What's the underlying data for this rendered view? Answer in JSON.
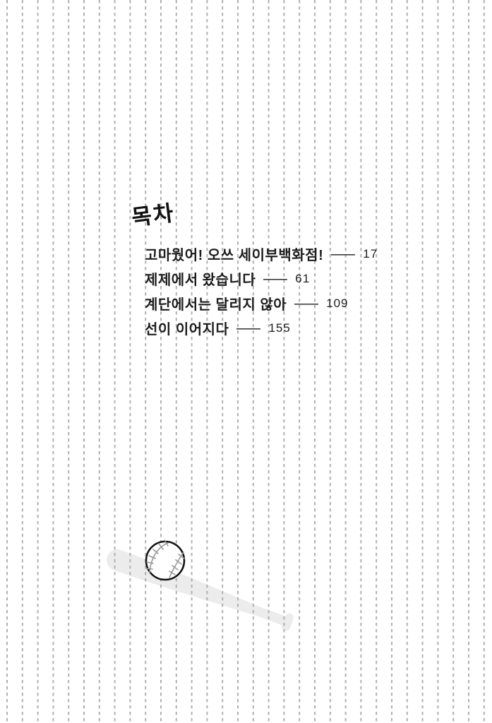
{
  "page": {
    "title": "목차"
  },
  "toc": {
    "separator": "—",
    "items": [
      {
        "label": "고마웠어! 오쓰 세이부백화점!",
        "page": "17"
      },
      {
        "label": "제제에서 왔습니다",
        "page": "61"
      },
      {
        "label": "계단에서는 달리지 않아",
        "page": "109"
      },
      {
        "label": "선이 이어지다",
        "page": "155"
      }
    ]
  },
  "illustration": {
    "bat": "baseball-bat",
    "ball": "baseball"
  },
  "colors": {
    "text": "#1c1c1c",
    "pattern_dash": "#b0b0b0",
    "bat_fill": "#ececec",
    "ball_outline": "#111111",
    "seam": "#999999",
    "background": "#ffffff"
  }
}
